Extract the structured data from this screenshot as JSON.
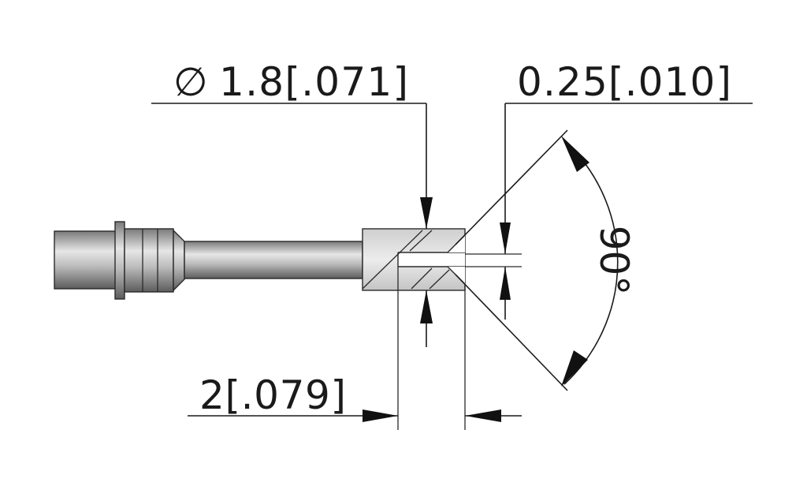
{
  "dimensions": {
    "diameter_symbol": "∅",
    "diameter_value": "1.8[.071]",
    "gap_value": "0.25[.010]",
    "angle_value": "90°",
    "length_value": "2[.079]"
  },
  "colors": {
    "line": "#1a1a1a",
    "metal_dark": "#6e6e6e",
    "metal_light": "#e2e2e2",
    "section_fill": "#d9d9d9"
  }
}
